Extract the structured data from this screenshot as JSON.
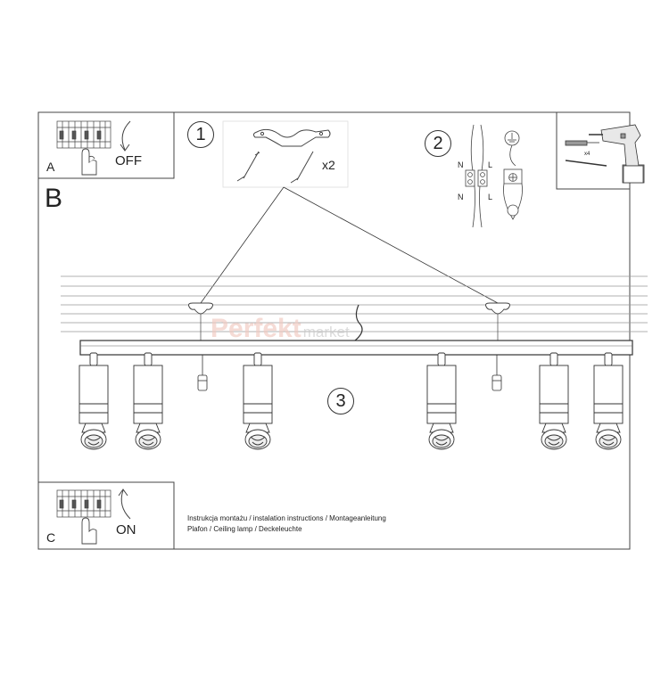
{
  "steps": {
    "a": {
      "letter": "A",
      "switch_label": "OFF"
    },
    "b": {
      "letter": "B"
    },
    "c": {
      "letter": "C",
      "switch_label": "ON"
    }
  },
  "step_numbers": [
    "1",
    "2",
    "3"
  ],
  "mounting_kit": {
    "quantity": "x2"
  },
  "drill_kit": {
    "quantity": "x4"
  },
  "wiring": {
    "neutral": "N",
    "live": "L"
  },
  "caption": {
    "line1": "Instrukcja montażu / instalation instructions / Montageanleitung",
    "line2": "Plafon / Ceiling lamp / Deckeleuchte"
  },
  "watermark": {
    "brand": "Perfekt",
    "sub": "market"
  },
  "colors": {
    "line": "#333333",
    "ceiling": "#999999",
    "watermark": "#f0c9c0"
  }
}
